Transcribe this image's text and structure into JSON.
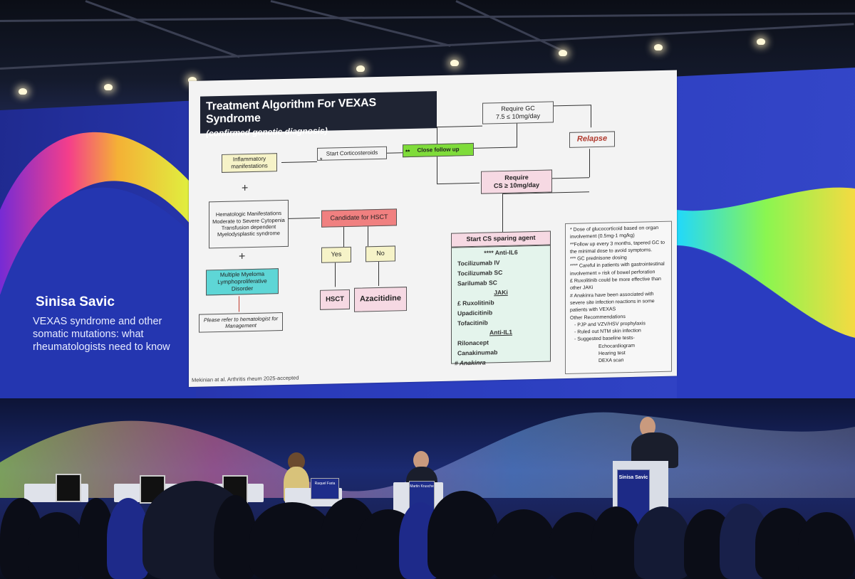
{
  "slide": {
    "title": "Treatment Algorithm For VEXAS Syndrome",
    "subtitle": "(confirmed genetic diagnosis)",
    "boxes": {
      "inflammatory": "Inflammatory manifestations",
      "start_cs": "Start Corticosteroids",
      "close_follow_up": "Close follow up",
      "require_gc": "Require GC\n7.5 ≤ 10mg/day",
      "relapse": "Relapse",
      "require_cs": "Require\nCS ≥ 10mg/day",
      "hematologic": "Hematologic Manifestations\nModerate to Severe Cytopenia\nTransfusion dependent\nMyelodysplastic syndrome",
      "candidate_hsct": "Candidate for HSCT",
      "yes": "Yes",
      "no": "No",
      "hsct": "HSCT",
      "azacitidine": "Azacitidine",
      "myeloma": "Multiple Myeloma\nLymphoproliferative\nDisorder",
      "refer": "Please refer to hematologist for Management",
      "start_sparing": "Start CS sparing agent"
    },
    "markers": {
      "single_star": "*",
      "double_star": "**"
    },
    "sparing_list": {
      "anti_il6_heading": "**** Anti-IL6",
      "anti_il6": [
        "Tocilizumab IV",
        "Tocilizumab SC",
        "Sarilumab SC"
      ],
      "jaki_heading": "JAKi",
      "jaki": [
        "£ Ruxolitinib",
        "Upadicitinib",
        "Tofacitinib"
      ],
      "anti_il1_heading": "Anti-IL1",
      "anti_il1": [
        "Rilonacept",
        "Canakinumab"
      ],
      "footer": "# Anakinra"
    },
    "notes": [
      "* Dose of glucocorticoid based on organ involvement (0.5mg-1 mg/kg)",
      "**Follow up every 3 months, tapered GC to the minimal dose to avoid symptoms.",
      "*** GC prednisone dosing",
      "**** Careful in patients with gastrointestinal involvement » risk of bowel perforation",
      "£ Ruxolitinib could be more effective than other JAKi",
      "# Anakinra have been associated with severe site infection reactions in some patients with VEXAS",
      "Other Recommendations",
      "- PJP and VZV/HSV prophylaxis",
      "- Ruled out NTM skin infection",
      "- Suggested baseline tests-",
      "Echocardiogram",
      "Hearing test",
      "DEXA scan"
    ],
    "citation": "Mekinian at al. Arthritis rheum 2025-accepted"
  },
  "caption": {
    "speaker": "Sinisa Savic",
    "talk": "VEXAS syndrome and other somatic mutations: what rheumatologists need to know"
  },
  "stage": {
    "podium_label": "Sinisa Savic",
    "nameplates": [
      "Raquel Faria",
      "Martin Krusche"
    ]
  },
  "colors": {
    "screen_blue": "#2a3ab8",
    "slide_bg": "#f3f3f3",
    "title_bar": "#1f2433",
    "green_box": "#7fdc3a",
    "red_box": "#f08080",
    "pink_box": "#f6d9e3",
    "cyan_box": "#5ed6d6",
    "yellow_box": "#f6f3c8",
    "list_box": "#e4f4ec"
  }
}
